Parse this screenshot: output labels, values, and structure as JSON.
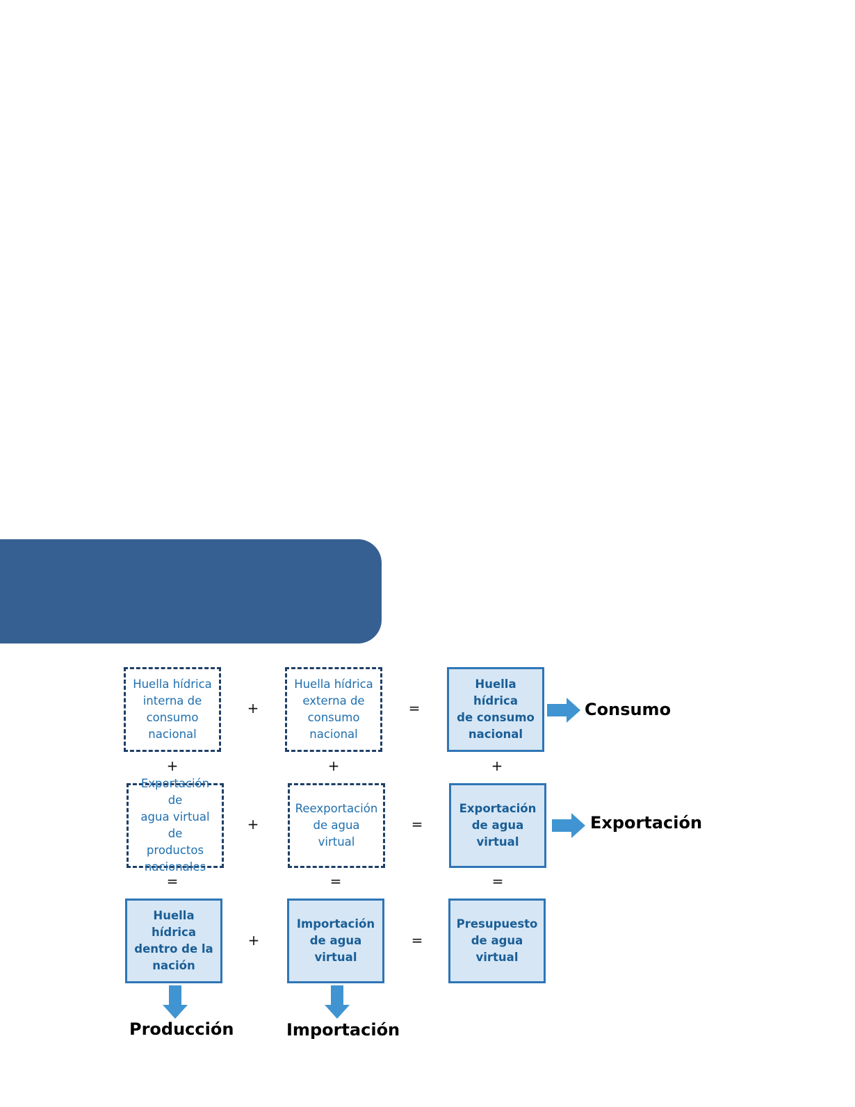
{
  "boxes": {
    "internal_consumption": "Huella hídrica\ninterna de\nconsumo\nnacional",
    "external_consumption": "Huella hídrica\nexterna de\nconsumo\nnacional",
    "national_consumption": "Huella hídrica\nde consumo\nnacional",
    "export_national_products": "Exportación de\nagua virtual de\nproductos\nnacionales",
    "reexport": "Reexportación\nde agua\nvirtual",
    "virtual_water_export": "Exportación\nde agua\nvirtual",
    "footprint_within_nation": "Huella hídrica\ndentro de la\nnación",
    "virtual_water_import": "Importación\nde agua\nvirtual",
    "virtual_water_budget": "Presupuesto\nde agua\nvirtual"
  },
  "operators": {
    "plus": "+",
    "equals": "="
  },
  "labels": {
    "consumption": "Consumo",
    "export": "Exportación",
    "production": "Producción",
    "import": "Importación"
  },
  "colors": {
    "banner": "#376092",
    "arrow": "#3f94d1",
    "solid_fill": "#d6e6f5"
  }
}
